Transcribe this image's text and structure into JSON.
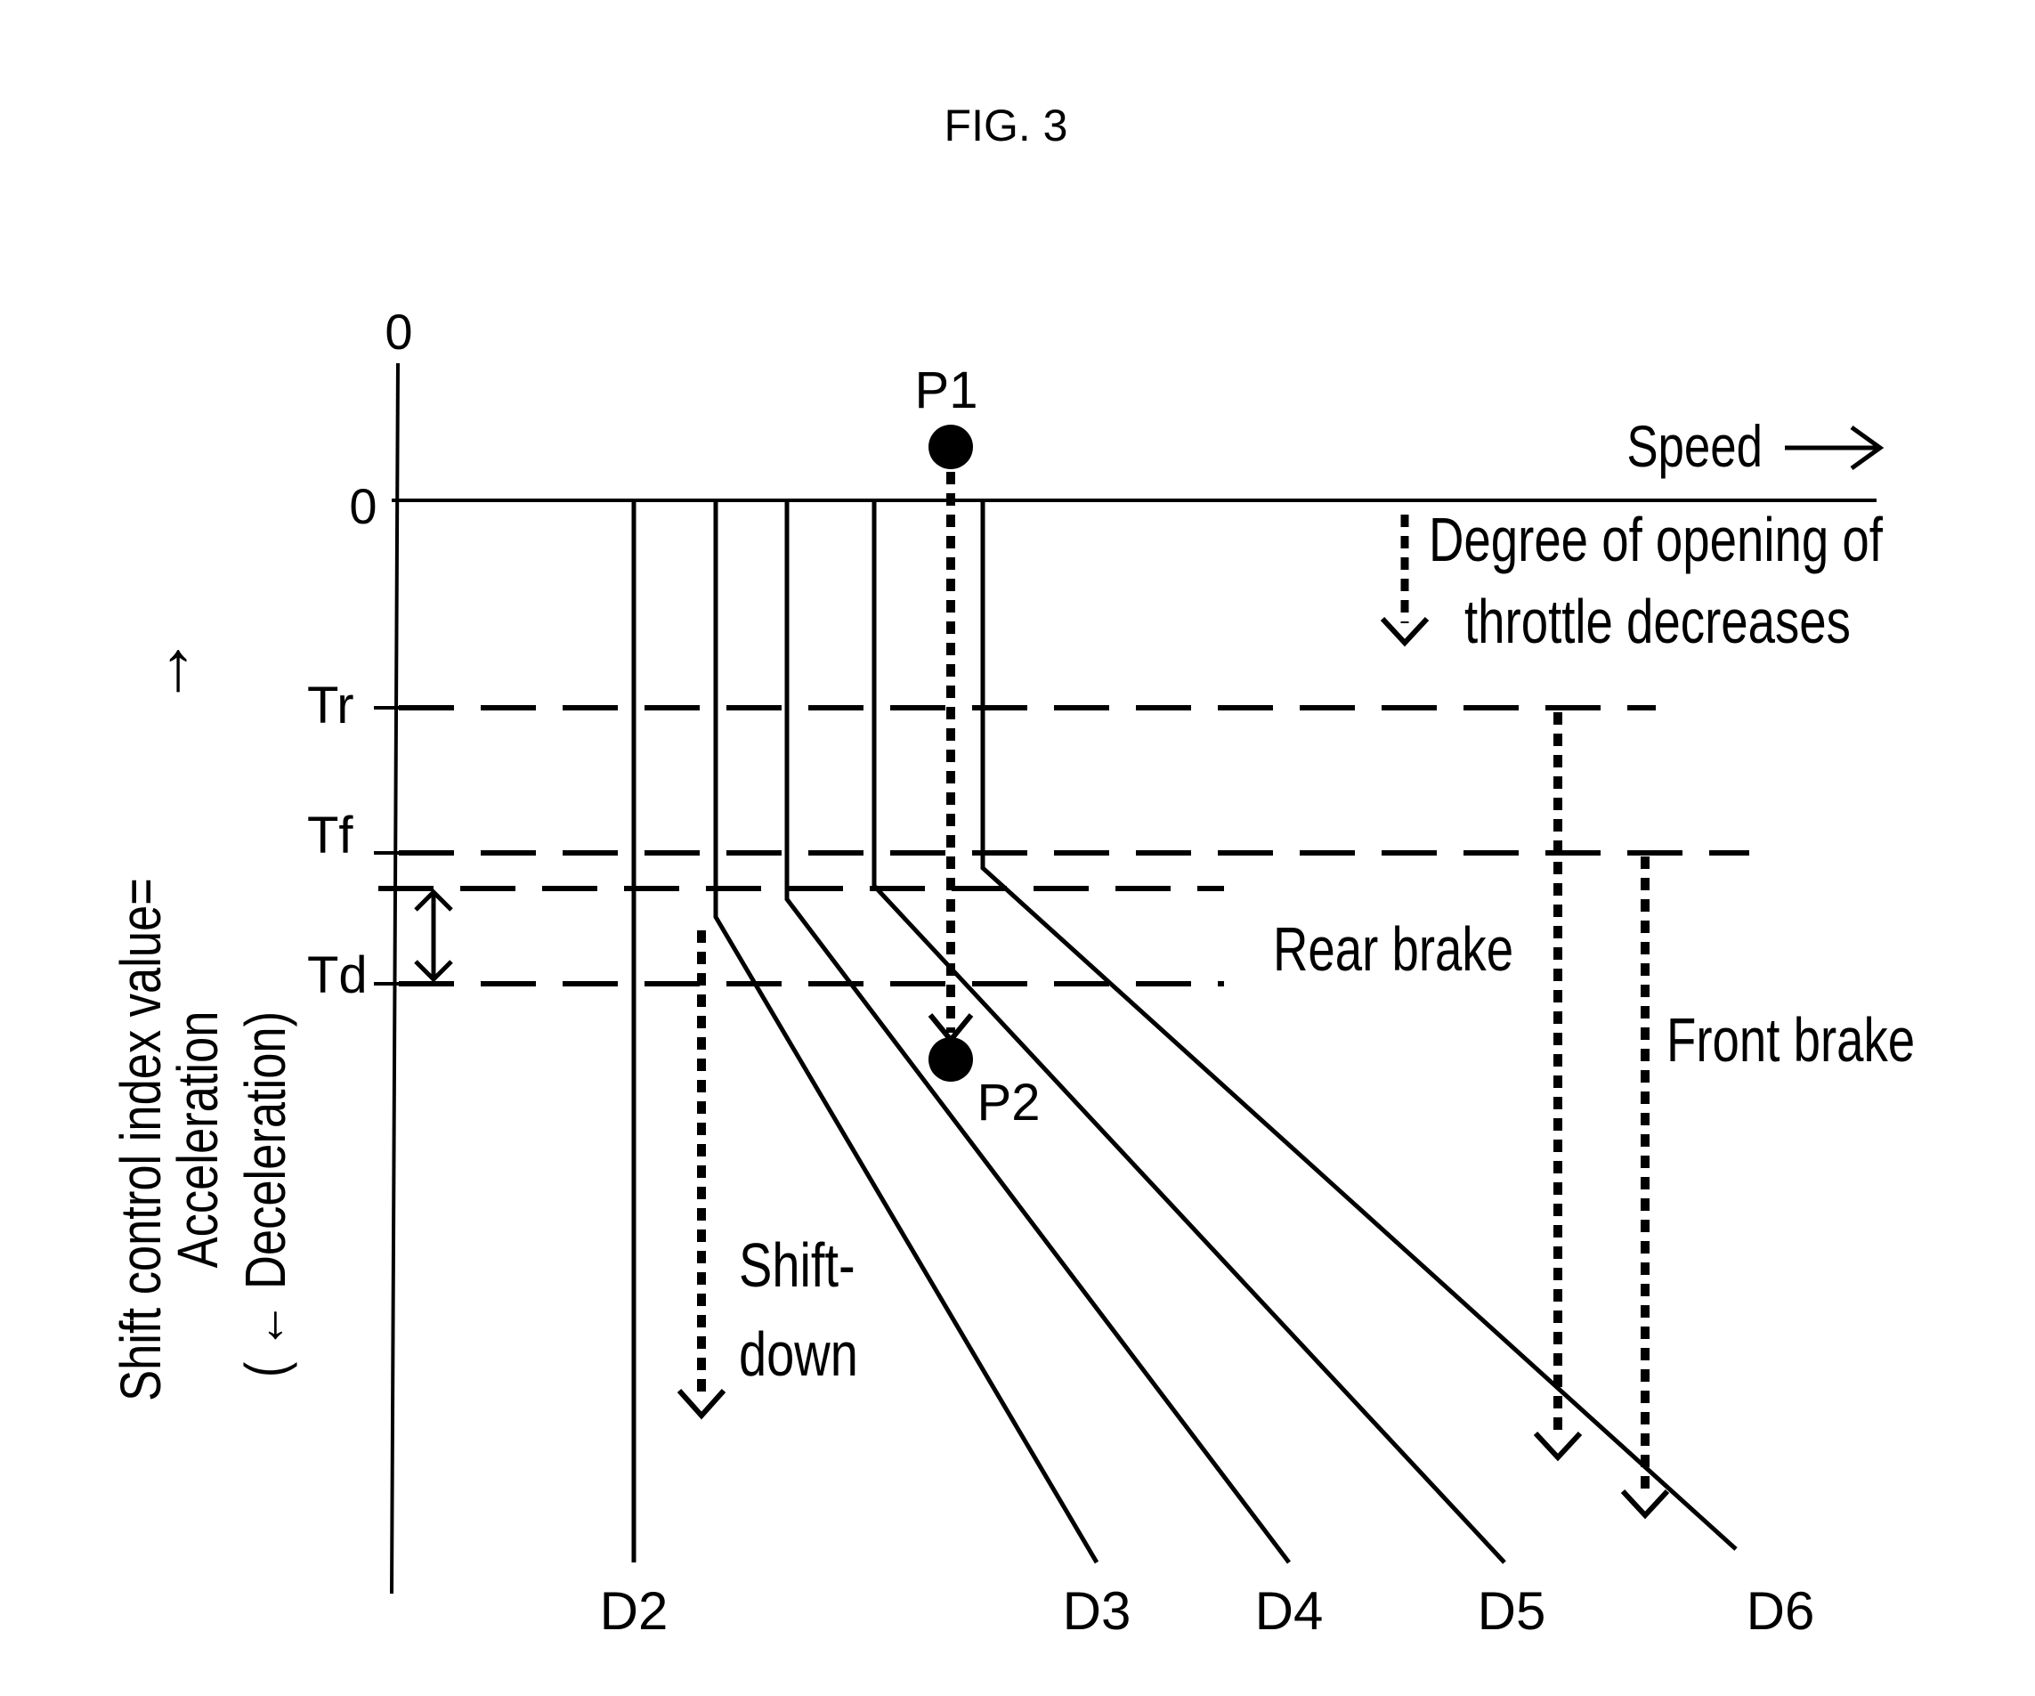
{
  "figure": {
    "title": "FIG. 3",
    "y_axis": {
      "line1": "Shift control index value=",
      "line2": "Acceleration",
      "line3": "( ← Deceleration)",
      "arrow_up": "↑",
      "origin_top": "0",
      "origin_x": "0"
    },
    "x_axis": {
      "label": "Speed"
    },
    "thresholds": {
      "tr": "Tr",
      "tf": "Tf",
      "td": "Td"
    },
    "points": {
      "p1": "P1",
      "p2": "P2"
    },
    "gears": {
      "d2": "D2",
      "d3": "D3",
      "d4": "D4",
      "d5": "D5",
      "d6": "D6"
    },
    "annotations": {
      "throttle_line1": "Degree of opening of",
      "throttle_line2": "throttle decreases",
      "rear_brake": "Rear brake",
      "front_brake": "Front brake",
      "shift_down_line1": "Shift-",
      "shift_down_line2": "down"
    }
  }
}
